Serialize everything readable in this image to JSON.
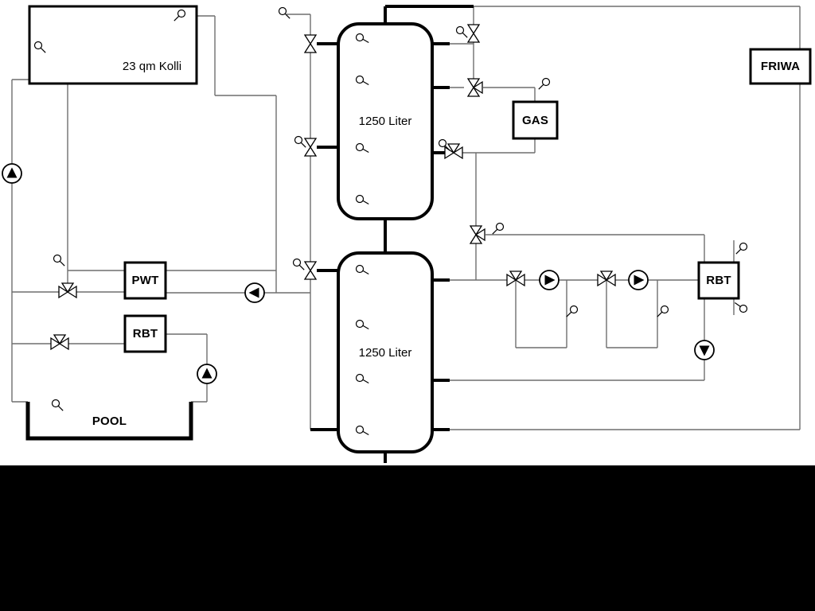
{
  "diagram": {
    "type": "hydraulic-heating-schematic",
    "labels": {
      "collector": "23 qm Kolli",
      "tank_top": "1250 Liter",
      "tank_bottom": "1250 Liter",
      "gas": "GAS",
      "friwa": "FRIWA",
      "pwt": "PWT",
      "rbt_left": "RBT",
      "rbt_right": "RBT",
      "pool": "POOL"
    },
    "colors": {
      "background": "#ffffff",
      "pipe": "#6e6e6e",
      "component": "#000000",
      "letterbox": "#000000"
    }
  }
}
